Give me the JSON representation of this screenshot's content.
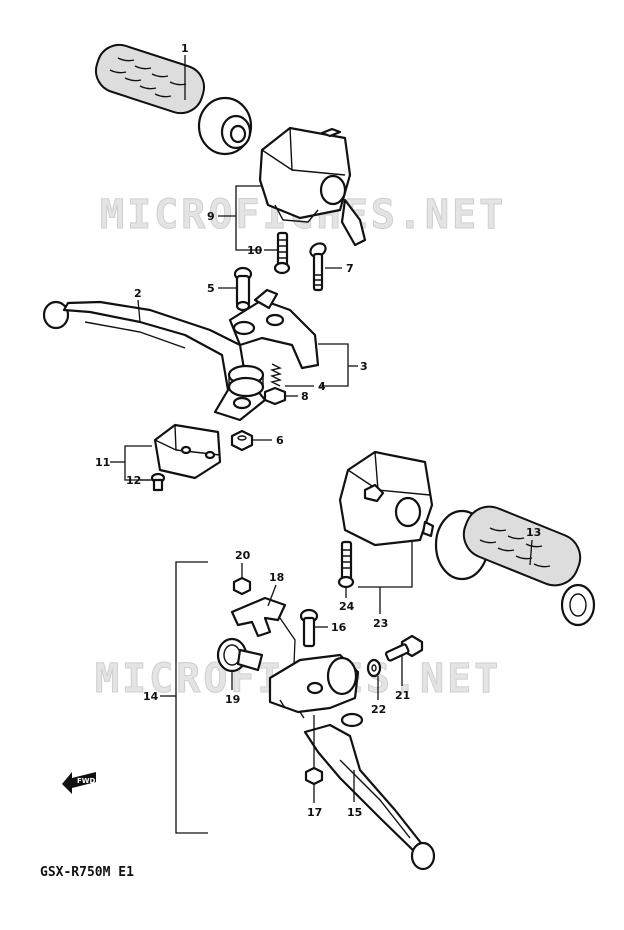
{
  "watermark": "MICROFICHES.NET",
  "caption": "GSX-R750M E1",
  "forward_label": "FWD",
  "callouts": [
    {
      "id": "1",
      "label": "1"
    },
    {
      "id": "2",
      "label": "2"
    },
    {
      "id": "3",
      "label": "3"
    },
    {
      "id": "4",
      "label": "4"
    },
    {
      "id": "5",
      "label": "5"
    },
    {
      "id": "6",
      "label": "6"
    },
    {
      "id": "7",
      "label": "7"
    },
    {
      "id": "8",
      "label": "8"
    },
    {
      "id": "9",
      "label": "9"
    },
    {
      "id": "10",
      "label": "10"
    },
    {
      "id": "11",
      "label": "11"
    },
    {
      "id": "12",
      "label": "12"
    },
    {
      "id": "13",
      "label": "13"
    },
    {
      "id": "14",
      "label": "14"
    },
    {
      "id": "15",
      "label": "15"
    },
    {
      "id": "16",
      "label": "16"
    },
    {
      "id": "17",
      "label": "17"
    },
    {
      "id": "18",
      "label": "18"
    },
    {
      "id": "19",
      "label": "19"
    },
    {
      "id": "20",
      "label": "20"
    },
    {
      "id": "21",
      "label": "21"
    },
    {
      "id": "22",
      "label": "22"
    },
    {
      "id": "23",
      "label": "23"
    },
    {
      "id": "24",
      "label": "24"
    }
  ]
}
